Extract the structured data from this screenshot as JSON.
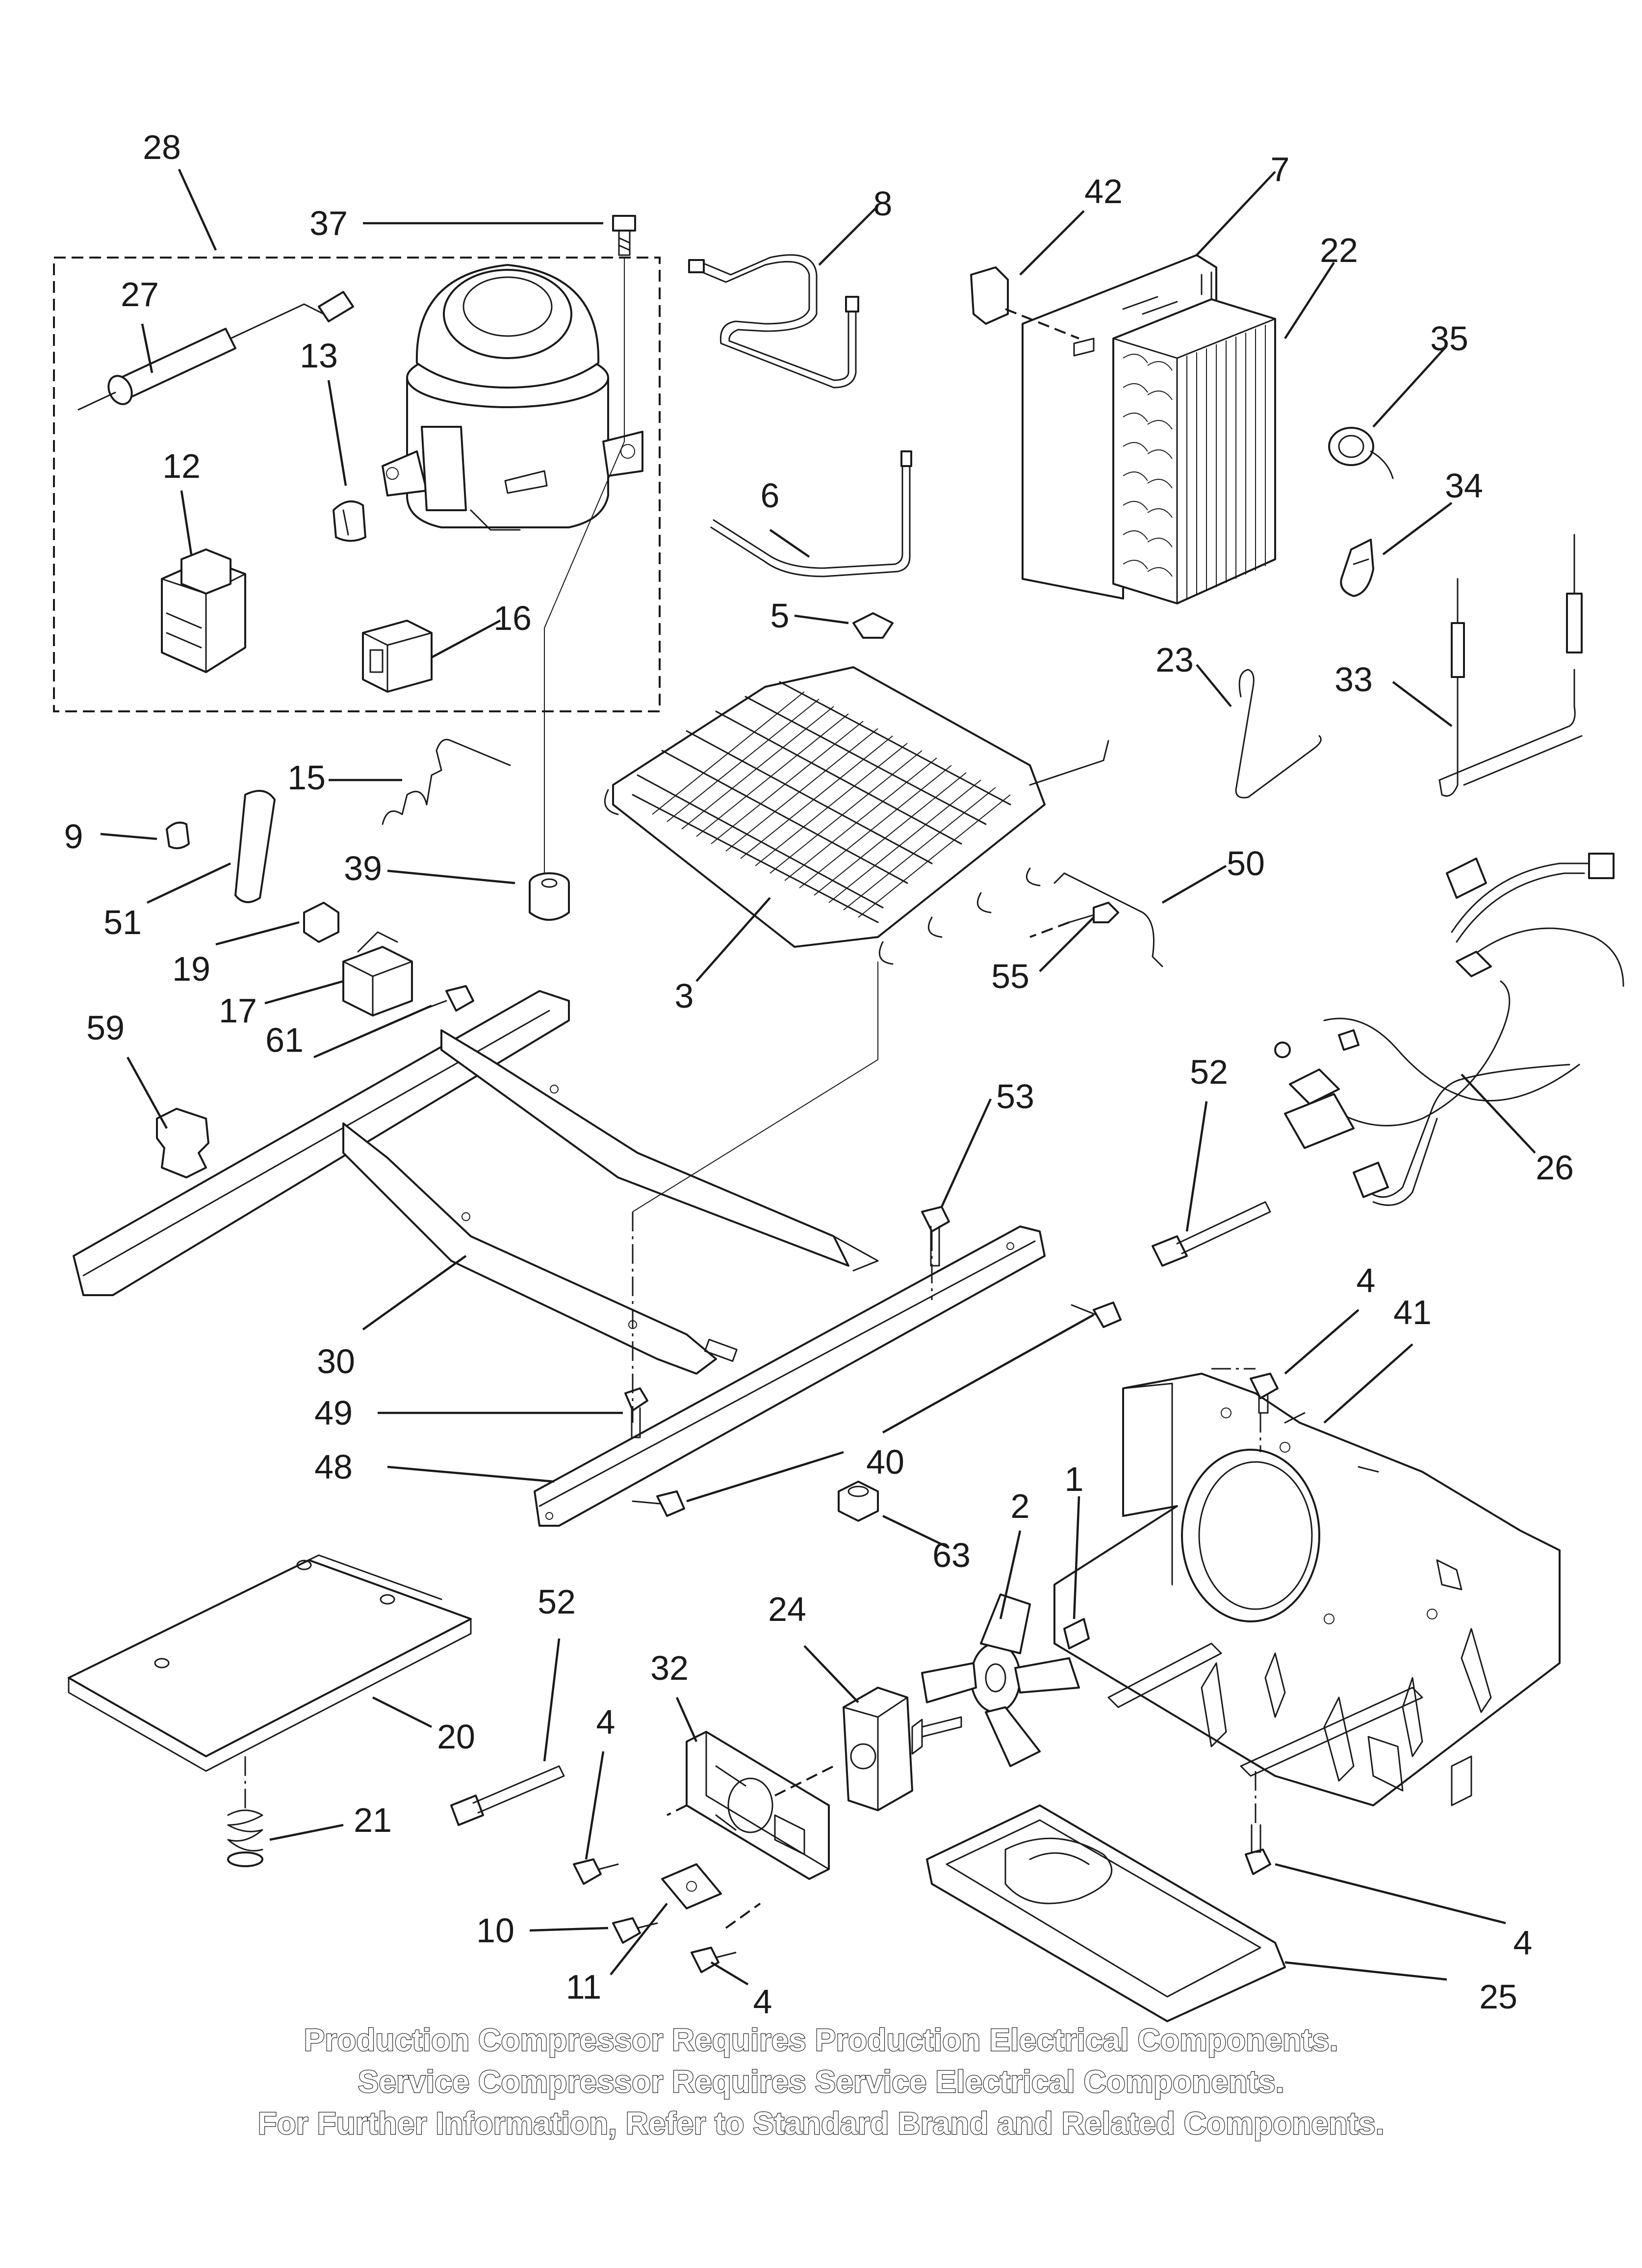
{
  "callouts": [
    {
      "id": "c28",
      "text": "28"
    },
    {
      "id": "c37",
      "text": "37"
    },
    {
      "id": "c8",
      "text": "8"
    },
    {
      "id": "c42",
      "text": "42"
    },
    {
      "id": "c7",
      "text": "7"
    },
    {
      "id": "c22",
      "text": "22"
    },
    {
      "id": "c27",
      "text": "27"
    },
    {
      "id": "c35",
      "text": "35"
    },
    {
      "id": "c13",
      "text": "13"
    },
    {
      "id": "c12",
      "text": "12"
    },
    {
      "id": "c6",
      "text": "6"
    },
    {
      "id": "c34",
      "text": "34"
    },
    {
      "id": "c5",
      "text": "5"
    },
    {
      "id": "c16",
      "text": "16"
    },
    {
      "id": "c23",
      "text": "23"
    },
    {
      "id": "c33",
      "text": "33"
    },
    {
      "id": "c15",
      "text": "15"
    },
    {
      "id": "c9",
      "text": "9"
    },
    {
      "id": "c51",
      "text": "51"
    },
    {
      "id": "c39",
      "text": "39"
    },
    {
      "id": "c50",
      "text": "50"
    },
    {
      "id": "c19",
      "text": "19"
    },
    {
      "id": "c17",
      "text": "17"
    },
    {
      "id": "c61",
      "text": "61"
    },
    {
      "id": "c3",
      "text": "3"
    },
    {
      "id": "c55",
      "text": "55"
    },
    {
      "id": "c59",
      "text": "59"
    },
    {
      "id": "c52a",
      "text": "52"
    },
    {
      "id": "c53",
      "text": "53"
    },
    {
      "id": "c26",
      "text": "26"
    },
    {
      "id": "c30",
      "text": "30"
    },
    {
      "id": "c4a",
      "text": "4"
    },
    {
      "id": "c41",
      "text": "41"
    },
    {
      "id": "c49",
      "text": "49"
    },
    {
      "id": "c40",
      "text": "40"
    },
    {
      "id": "c48",
      "text": "48"
    },
    {
      "id": "c63",
      "text": "63"
    },
    {
      "id": "c2",
      "text": "2"
    },
    {
      "id": "c1",
      "text": "1"
    },
    {
      "id": "c52b",
      "text": "52"
    },
    {
      "id": "c24",
      "text": "24"
    },
    {
      "id": "c32",
      "text": "32"
    },
    {
      "id": "c20",
      "text": "20"
    },
    {
      "id": "c4b",
      "text": "4"
    },
    {
      "id": "c21",
      "text": "21"
    },
    {
      "id": "c10",
      "text": "10"
    },
    {
      "id": "c4c",
      "text": "4"
    },
    {
      "id": "c11",
      "text": "11"
    },
    {
      "id": "c4d",
      "text": "4"
    },
    {
      "id": "c25",
      "text": "25"
    }
  ],
  "notes": [
    "Production Compressor Requires Production Electrical Components.",
    "Service Compressor Requires Service Electrical Components.",
    "For Further Information, Refer to Standard Brand and Related Components."
  ]
}
